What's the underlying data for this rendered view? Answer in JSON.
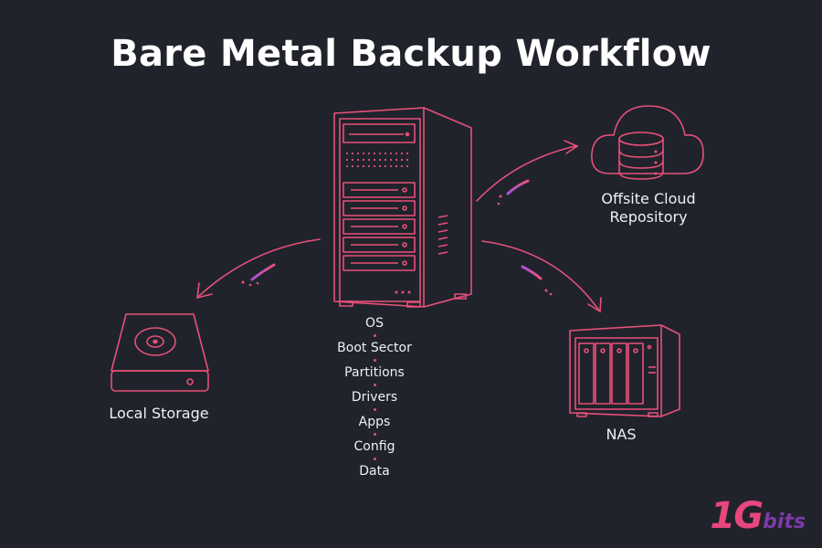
{
  "title": "Bare Metal Backup Workflow",
  "source": {
    "icon": "server-tower-icon"
  },
  "targets": {
    "cloud": {
      "label": "Offsite Cloud Repository",
      "label_lines": [
        "Offsite Cloud",
        "Repository"
      ],
      "icon": "cloud-database-icon"
    },
    "local": {
      "label": "Local Storage",
      "icon": "hard-drive-icon"
    },
    "nas": {
      "label": "NAS",
      "icon": "nas-enclosure-icon"
    }
  },
  "components": [
    "OS",
    "Boot Sector",
    "Partitions",
    "Drivers",
    "Apps",
    "Config",
    "Data"
  ],
  "logo": {
    "text_big": "1G",
    "text_small": "bits"
  },
  "colors": {
    "background": "#20232b",
    "line": "#e8507a",
    "accent": "#a855d8",
    "text": "#f2f2f4"
  }
}
